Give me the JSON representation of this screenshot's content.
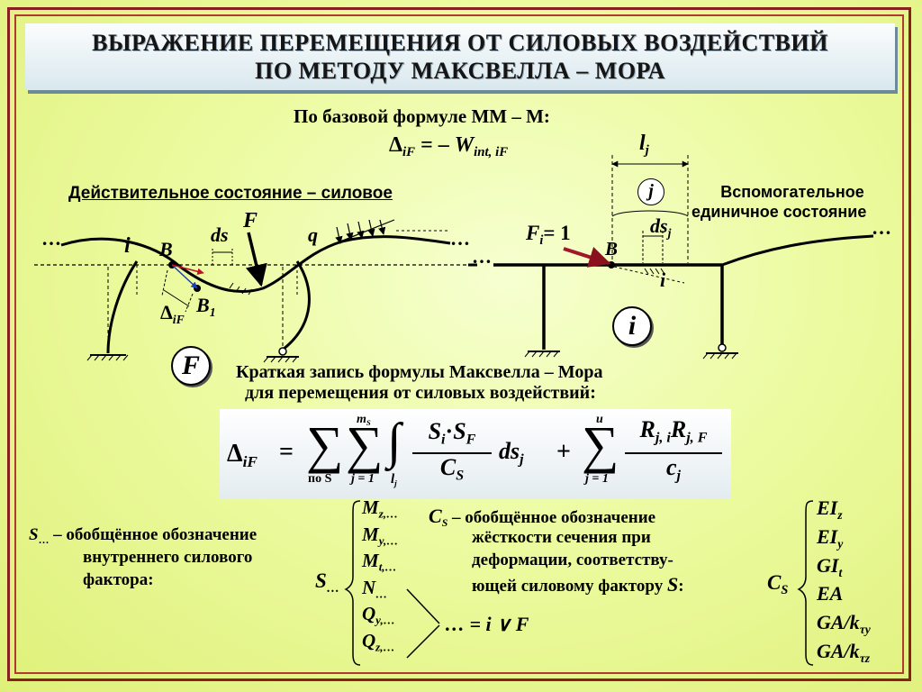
{
  "title": {
    "line1": "ВЫРАЖЕНИЕ ПЕРЕМЕЩЕНИЯ ОТ СИЛОВЫХ ВОЗДЕЙСТВИЙ",
    "line2": "ПО МЕТОДУ МАКСВЕЛЛА – МОРА"
  },
  "base_formula": {
    "caption": "По базовой формуле ММ – М:",
    "lhs_symbol": "Δ",
    "lhs_sub": "iF",
    "equals": "= –",
    "rhs_symbol": "W",
    "rhs_sub": "int, iF"
  },
  "real_state": {
    "caption": "Действительное состояние – силовое",
    "dots_left": "…",
    "dots_right": "…",
    "label_i": "i",
    "label_B": "B",
    "label_ds": "ds",
    "label_F": "F",
    "label_q": "q",
    "label_B1": "B",
    "label_B1_sub": "1",
    "label_delta": "Δ",
    "label_delta_sub": "iF",
    "circle_label": "F"
  },
  "unit_state": {
    "caption_line1": "Вспомогательное",
    "caption_line2": "единичное состояние",
    "dots_left": "…",
    "dots_right": "…",
    "label_lj": "l",
    "label_lj_sub": "j",
    "label_j": "j",
    "label_ds": "ds",
    "label_ds_sub": "j",
    "label_Fi": "F",
    "label_Fi_sub": "i",
    "label_Fi_val": "= 1",
    "label_B": "B",
    "label_i": "i",
    "circle_label": "i"
  },
  "short_formula": {
    "caption_line1": "Краткая запись формулы Максвелла – Мора",
    "caption_line2": "для перемещения от силовых воздействий:",
    "lhs": "Δ",
    "lhs_sub": "iF",
    "equals": "=",
    "sum1_lower": "по S",
    "sum2_upper": "m",
    "sum2_upper_sub": "S",
    "sum2_lower": "j = 1",
    "int_lower": "l",
    "int_lower_sub": "j",
    "num_S1": "S",
    "num_S1_sub": "i",
    "num_dot": "·",
    "num_S2": "S",
    "num_S2_sub": "F",
    "den_C": "C",
    "den_C_sub": "S",
    "ds": "ds",
    "ds_sub": "j",
    "plus": "+",
    "sum3_upper": "u",
    "sum3_lower": "j = 1",
    "num_R1": "R",
    "num_R1_sub": "j, i",
    "num_R2": "R",
    "num_R2_sub": "j, F",
    "den_c": "c",
    "den_c_sub": "j"
  },
  "s_definition": {
    "symbol": "S",
    "symbol_sub": "…",
    "line1": " – обобщённое обозначение",
    "line2": "внутреннего силового",
    "line3": "фактора:",
    "brace_symbol": "S",
    "brace_symbol_sub": "…",
    "items": [
      {
        "base": "M",
        "sub": "z,…"
      },
      {
        "base": "M",
        "sub": "y,…"
      },
      {
        "base": "M",
        "sub": "t,…"
      },
      {
        "base": "N",
        "sub": "…"
      },
      {
        "base": "Q",
        "sub": "y,…"
      },
      {
        "base": "Q",
        "sub": "z,…"
      }
    ],
    "note": "… = i ∨ F"
  },
  "c_definition": {
    "symbol": "C",
    "symbol_sub": "S",
    "line1": " – обобщённое обозначение",
    "line2": "жёсткости сечения при",
    "line3": "деформации, соответству-",
    "line4": "ющей силовому фактору",
    "line4_S": "S",
    "line4_colon": ":",
    "brace_symbol": "C",
    "brace_symbol_sub": "S",
    "items": [
      {
        "base": "EI",
        "sub": "z"
      },
      {
        "base": "EI",
        "sub": "y"
      },
      {
        "base": "GI",
        "sub": "t"
      },
      {
        "base": "EA",
        "sub": ""
      },
      {
        "base": "GA/k",
        "sub": "τy"
      },
      {
        "base": "GA/k",
        "sub": "τz"
      }
    ]
  }
}
